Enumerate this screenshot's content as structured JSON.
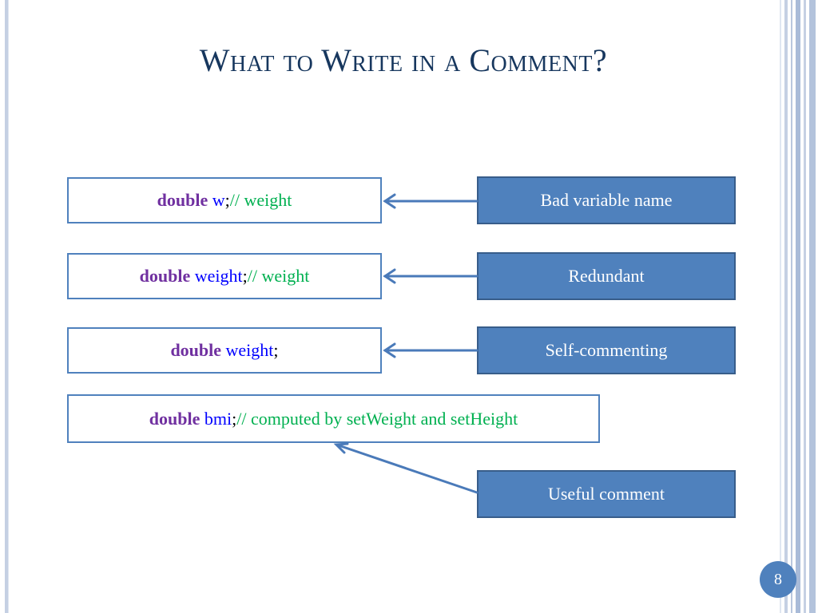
{
  "slide": {
    "title": "What to Write in a Comment?",
    "page_number": "8"
  },
  "rows": [
    {
      "keyword": "double",
      "variable": "w",
      "punct": ";",
      "comment": " // weight",
      "label": "Bad variable name"
    },
    {
      "keyword": "double",
      "variable": "weight",
      "punct": ";",
      "comment": " // weight",
      "label": "Redundant"
    },
    {
      "keyword": "double",
      "variable": "weight",
      "punct": ";",
      "comment": "",
      "label": "Self-commenting"
    },
    {
      "keyword": "double",
      "variable": "bmi",
      "punct": ";",
      "comment": " // computed by setWeight and setHeight",
      "label": "Useful comment"
    }
  ],
  "colors": {
    "title": "#17375e",
    "keyword": "#7030a0",
    "variable": "#0000ff",
    "comment": "#00b050",
    "accent": "#4f81bd",
    "border": "#385d8a"
  }
}
